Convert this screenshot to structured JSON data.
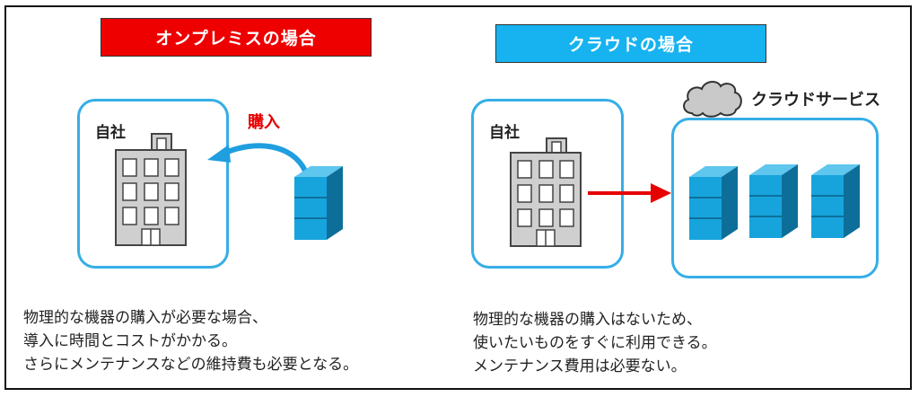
{
  "onprem": {
    "title": "オンプレミスの場合",
    "company_label": "自社",
    "purchase_label": "購入",
    "description": [
      "物理的な機器の購入が必要な場合、",
      "導入に時間とコストがかかる。",
      "さらにメンテナンスなどの維持費も必要となる。"
    ]
  },
  "cloud": {
    "title": "クラウドの場合",
    "company_label": "自社",
    "service_label": "クラウドサービス",
    "description": [
      "物理的な機器の購入はないため、",
      "使いたいものをすぐに利用できる。",
      "メンテナンス費用は必要ない。"
    ]
  },
  "colors": {
    "onprem_title_bg": "#ee0000",
    "cloud_title_bg": "#16b3f0",
    "panel_border": "#35aee6",
    "arrow_blue": "#1f9ee0",
    "arrow_red": "#e60000",
    "server_front": "#17a4dc",
    "server_side": "#0d6f99",
    "server_top": "#5fc6ee"
  },
  "icons": [
    "building-icon",
    "server-icon",
    "cloud-icon"
  ]
}
